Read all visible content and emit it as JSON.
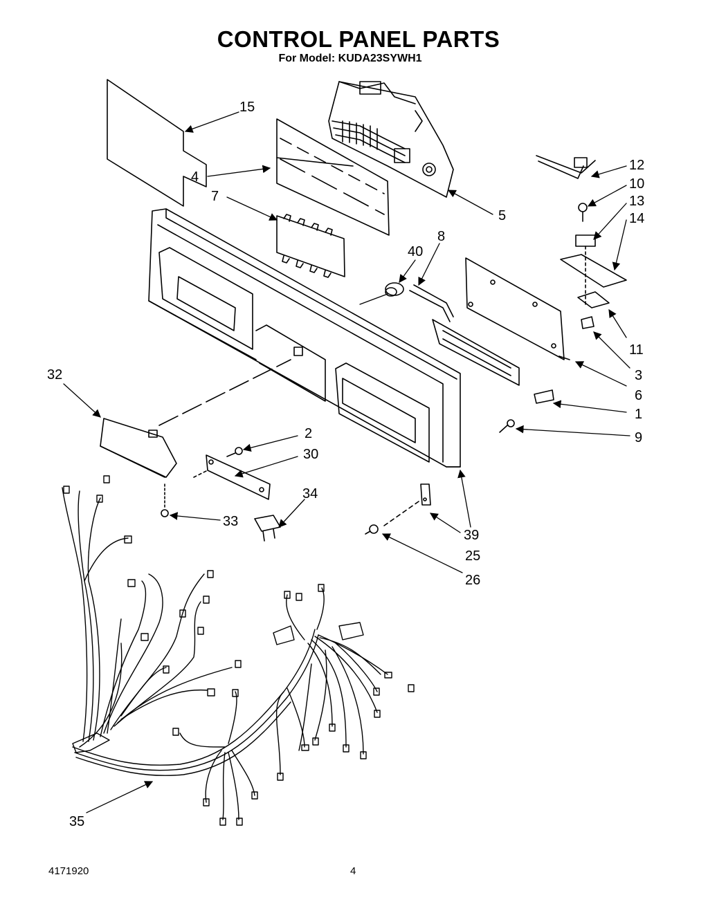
{
  "header": {
    "title": "CONTROL PANEL PARTS",
    "subtitle": "For Model: KUDA23SYWH1"
  },
  "callouts": [
    "15",
    "4",
    "7",
    "5",
    "12",
    "10",
    "13",
    "14",
    "40",
    "8",
    "11",
    "3",
    "6",
    "1",
    "9",
    "32",
    "2",
    "30",
    "34",
    "33",
    "39",
    "25",
    "26",
    "35"
  ],
  "footer": {
    "doc_number": "4171920",
    "page_number": "4"
  }
}
